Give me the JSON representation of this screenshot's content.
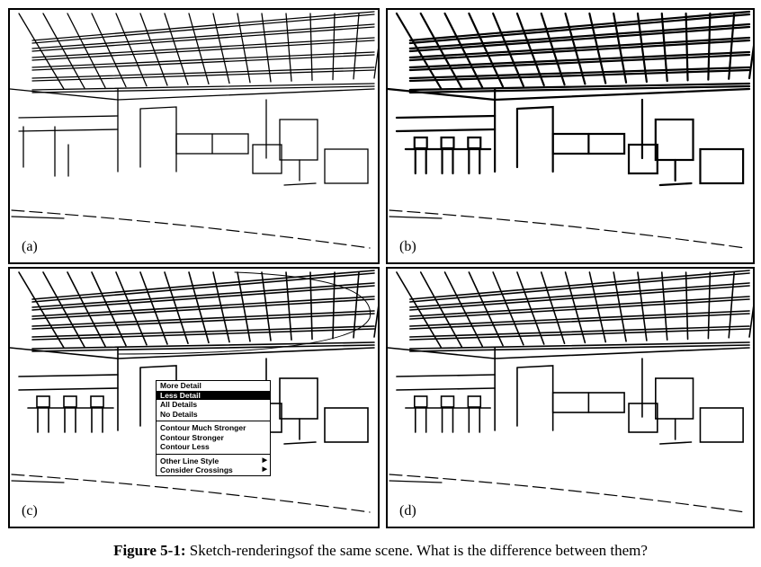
{
  "panels": [
    {
      "label": "(a)"
    },
    {
      "label": "(b)"
    },
    {
      "label": "(c)"
    },
    {
      "label": "(d)"
    }
  ],
  "context_menu": {
    "items": [
      {
        "label": "More Detail"
      },
      {
        "label": "Less Detail",
        "selected": true
      },
      {
        "label": "All Details"
      },
      {
        "label": "No Details"
      },
      {
        "label": "Contour Much Stronger"
      },
      {
        "label": "Contour Stronger"
      },
      {
        "label": "Contour Less"
      },
      {
        "label": "Other Line Style",
        "submenu": true
      },
      {
        "label": "Consider Crossings",
        "submenu": true
      }
    ]
  },
  "caption": {
    "figure_label": "Figure 5-1:",
    "text": "Sketch-renderingsof the same scene.    What is the difference between them?"
  }
}
